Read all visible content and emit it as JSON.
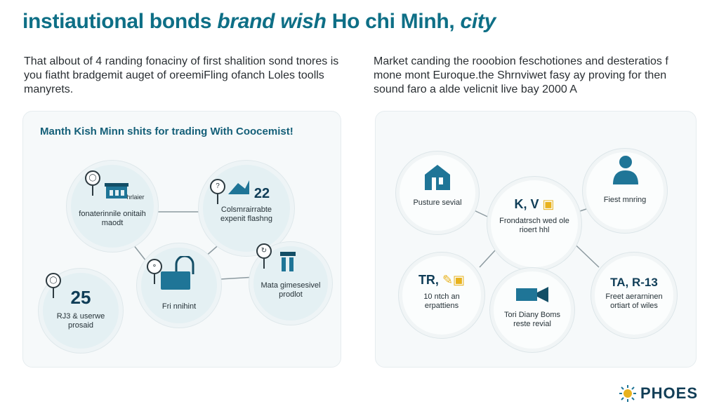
{
  "title": {
    "main": "instiautional bonds ",
    "accent": "brand wish",
    "rest": " Ho chi Minh, ",
    "tail": "city"
  },
  "intro": {
    "left": "That albout of 4 randing fonaciny of first shalition sond tnores is you fiatht bradgemit auget of oreemiFling ofanch Loles toolls manyrets.",
    "right": "Market canding the rooobion feschotiones and desteratios f mone mont Euroque.the Shrnviwet fasy ay proving for then sound faro a alde velicnit live bay 2000 A"
  },
  "left_panel": {
    "heading": "Manth Kish Minn shits for trading With Coocemist!",
    "nodes": {
      "top_left": "fonaterinnile onitaih maodt",
      "top_left_sub": "hrlaier",
      "top_right_big": "22",
      "top_right": "Colsmrairrabte expenit flashng",
      "center": "Fri nnihint",
      "bottom_left_big": "25",
      "bottom_left": "RJ3 & userwe prosaid",
      "bottom_right": "Mata gimesesivel prodlot"
    }
  },
  "right_panel": {
    "nodes": {
      "top_left": "Pusture sevial",
      "center_big": "K, V",
      "center": "Frondatrsch wed ole rioert hhl",
      "top_right": "Fiest mnring",
      "bottom_left_big": "TR,",
      "bottom_left": "10 ntch an erpattiens",
      "bottom_mid": "Tori Diany Boms reste revial",
      "bottom_right_big": "TA, R-13",
      "bottom_right": "Freet aerarninen ortiart of wiles"
    }
  },
  "logo": {
    "text": "PHOES"
  },
  "colors": {
    "brand": "#0e6f86",
    "icon": "#1f7597",
    "accent_yellow": "#e8b21e"
  }
}
